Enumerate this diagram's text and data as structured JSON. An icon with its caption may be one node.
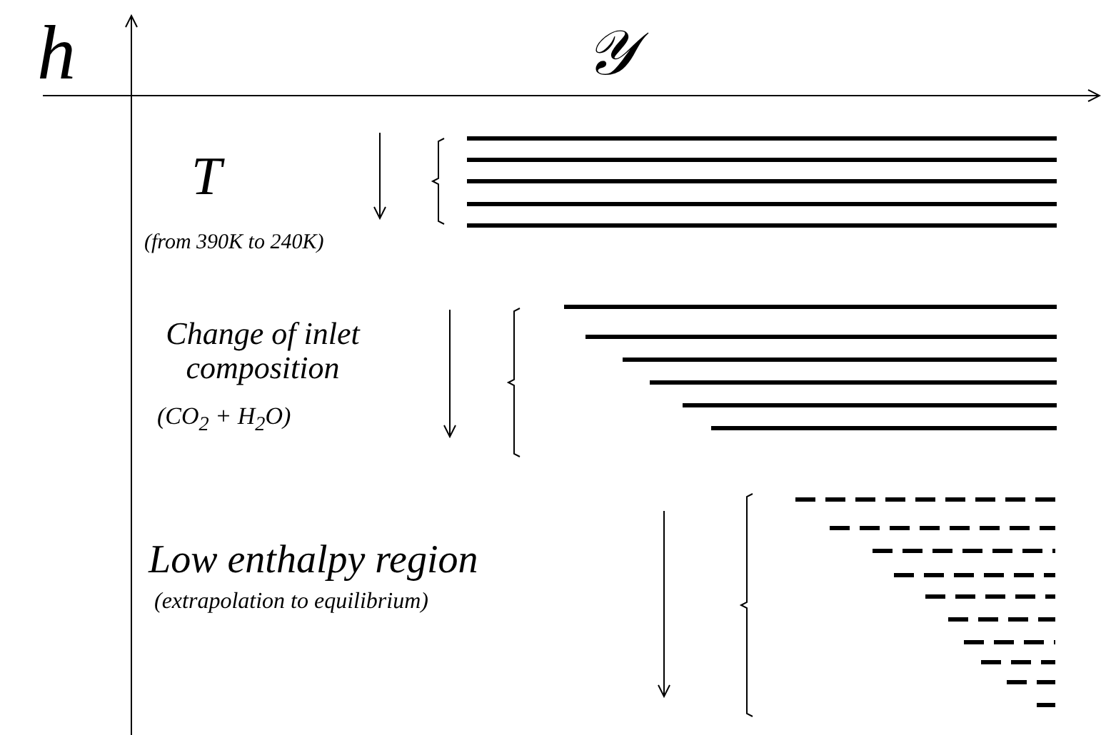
{
  "diagram": {
    "labels": [
      "h",
      "𝒴",
      "T",
      "(from 390K to 240K)",
      "Change of inlet composition",
      "(CO$_{2}$ + H$_{2}$O)",
      "Low enthalpy region",
      "(extrapolation to equilibrium)"
    ]
  }
}
